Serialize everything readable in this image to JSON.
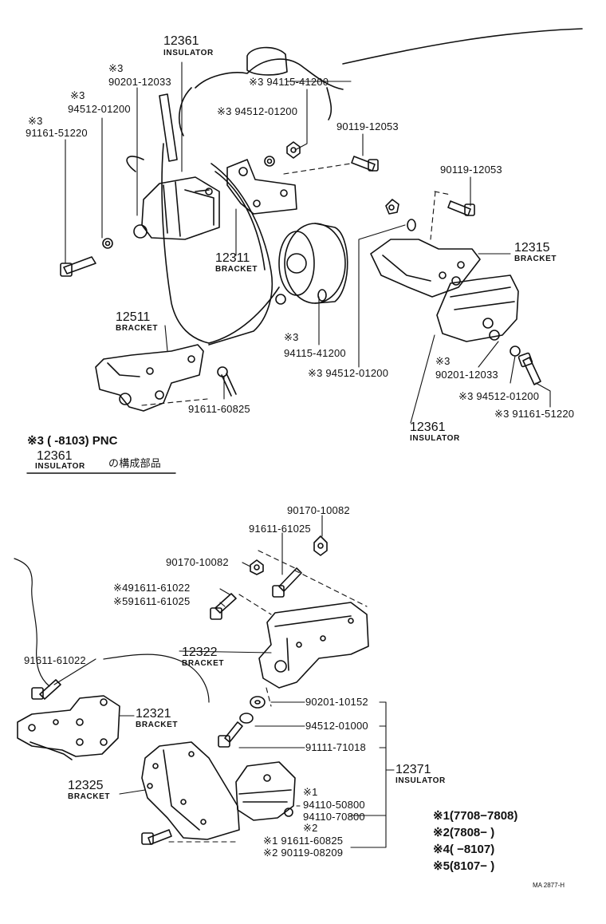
{
  "labels": {
    "ins_top_pn": "12361",
    "ins_top_nm": "INSULATOR",
    "s3_a": "※3",
    "pn_90201_12033_a": "90201-12033",
    "s3_b": "※3",
    "pn_94512_01200_a": "94512-01200",
    "s3_c": "※3",
    "pn_91161_51220_a": "91161-51220",
    "pn_94115_41200_a": "※3 94115-41200",
    "pn_94512_01200_b": "※3 94512-01200",
    "pn_90119_12053_a": "90119-12053",
    "pn_90119_12053_b": "90119-12053",
    "bracket_12315_pn": "12315",
    "bracket_12315_nm": "BRACKET",
    "bracket_12311_pn": "12311",
    "bracket_12311_nm": "BRACKET",
    "bracket_12511_pn": "12511",
    "bracket_12511_nm": "BRACKET",
    "s3_d": "※3",
    "pn_94115_41200_b": "94115-41200",
    "pn_94512_01200_c": "※3 94512-01200",
    "s3_e": "※3",
    "pn_90201_12033_b": "90201-12033",
    "pn_94512_01200_d": "※3 94512-01200",
    "pn_91161_51220_b": "※3 91161-51220",
    "pn_91611_60825_a": "91611-60825",
    "ins_right_pn": "12361",
    "ins_right_nm": "INSULATOR",
    "note_s3": "※3 (      -8103) PNC",
    "note_pn": "12361",
    "note_nm": "INSULATOR",
    "note_jp": "の構成部品",
    "pn_90170_10082_a": "90170-10082",
    "pn_91611_61025_a": "91611-61025",
    "pn_90170_10082_b": "90170-10082",
    "pn_s4": "※491611-61022",
    "pn_s5": "※591611-61025",
    "pn_91611_61022": "91611-61022",
    "bracket_12322_pn": "12322",
    "bracket_12322_nm": "BRACKET",
    "bracket_12321_pn": "12321",
    "bracket_12321_nm": "BRACKET",
    "bracket_12325_pn": "12325",
    "bracket_12325_nm": "BRACKET",
    "pn_90201_10152": "90201-10152",
    "pn_94512_01000": "94512-01000",
    "pn_91111_71018": "91111-71018",
    "ins_12371_pn": "12371",
    "ins_12371_nm": "INSULATOR",
    "s1_a": "※1",
    "pn_94110_50800": "94110-50800",
    "pn_94110_70800": "94110-70800",
    "s2_a": "※2",
    "pn_s1_91611_60825": "※1 91611-60825",
    "pn_s2_90119_08209": "※2 90119-08209",
    "legend_1": "※1(7708−7808)",
    "legend_2": "※2(7808−        )",
    "legend_4": "※4(         −8107)",
    "legend_5": "※5(8107−        )",
    "doc_code": "MA 2877-H"
  }
}
